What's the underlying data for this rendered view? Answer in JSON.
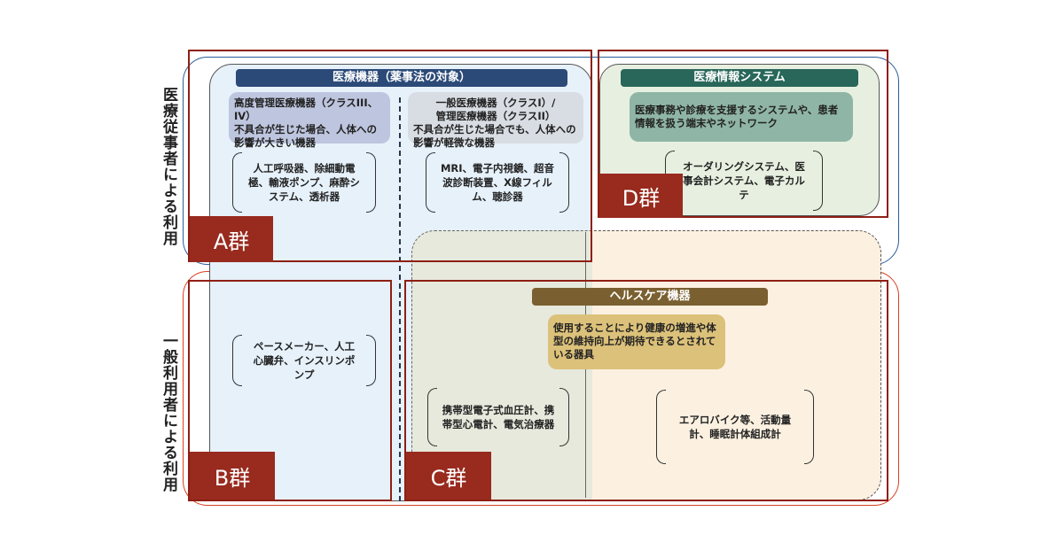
{
  "side_labels": {
    "professional_use": "医療従事者による利用",
    "general_use": "一般利用者による利用"
  },
  "medical_devices": {
    "header": "医療機器（薬事法の対象）",
    "high_risk": {
      "title": "高度管理医療機器（クラスIII、IV）",
      "description": "不具合が生じた場合、人体への影響が大きい機器",
      "examples": "人工呼吸器、除細動電極、輸液ポンプ、麻酔システム、透析器"
    },
    "low_risk": {
      "title_line1": "一般医療機器（クラスI）/",
      "title_line2": "管理医療機器（クラスII）",
      "description": "不具合が生じた場合でも、人体への影響が軽微な機器",
      "examples": "MRI、電子内視鏡、超音波診断装置、X線フィルム、聴診器"
    },
    "group_b_examples": "ペースメーカー、人工心臓弁、インスリンポンプ"
  },
  "medical_info_system": {
    "header": "医療情報システム",
    "description": "医療事務や診療を支援するシステムや、患者情報を扱う端末やネットワーク",
    "examples": "オーダリングシステム、医事会計システム、電子カルテ"
  },
  "healthcare_devices": {
    "header": "ヘルスケア機器",
    "description": "使用することにより健康の増進や体型の維持向上が期待できるとされている器具",
    "group_c_examples": "携帯型電子式血圧計、携帯型心電計、電気治療器",
    "other_examples": "エアロバイク等、活動量計、睡眠計体組成計"
  },
  "groups": {
    "a": "A群",
    "b": "B群",
    "c": "C群",
    "d": "D群"
  },
  "colors": {
    "group_red": "#982a1e",
    "med_header": "#2b4a78",
    "info_header": "#28675a",
    "health_header": "#7a6030",
    "professional_oval": "#2a5d9a",
    "general_oval": "#d9401f"
  }
}
